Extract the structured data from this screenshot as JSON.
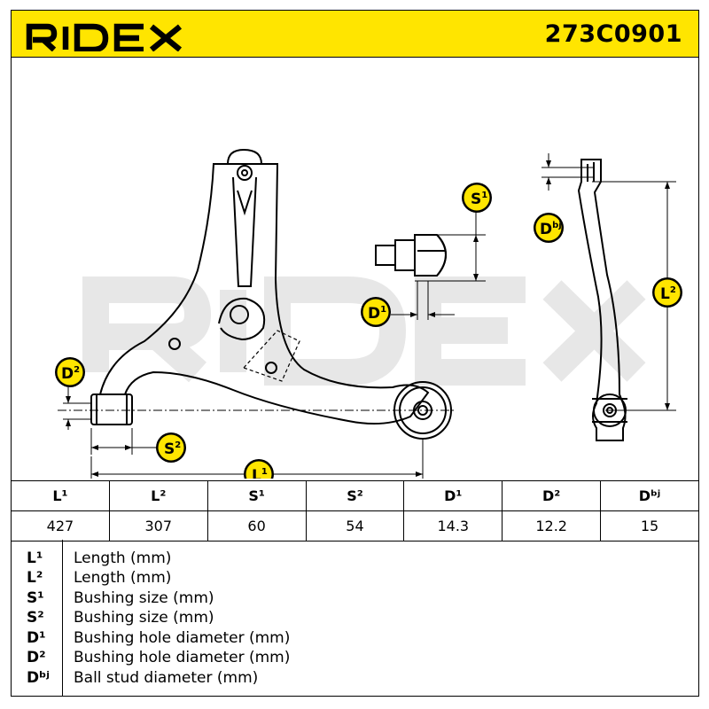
{
  "header": {
    "brand": "RIDEX",
    "part_number": "273C0901",
    "color_yellow": "#ffe500"
  },
  "drawing": {
    "watermark": "RIDEX",
    "labels": {
      "S1": {
        "main": "S",
        "sup": "1"
      },
      "S2": {
        "main": "S",
        "sup": "2"
      },
      "D1": {
        "main": "D",
        "sup": "1"
      },
      "D2": {
        "main": "D",
        "sup": "2"
      },
      "Dbj": {
        "main": "D",
        "sup": "bj"
      },
      "L1": {
        "main": "L",
        "sup": "1"
      },
      "L2": {
        "main": "L",
        "sup": "2"
      }
    }
  },
  "spec_table": {
    "headers": [
      "L¹",
      "L²",
      "S¹",
      "S²",
      "D¹",
      "D²",
      "Dᵇʲ"
    ],
    "values": [
      "427",
      "307",
      "60",
      "54",
      "14.3",
      "12.2",
      "15"
    ]
  },
  "legend": [
    {
      "code": "L¹",
      "description": "Length (mm)"
    },
    {
      "code": "L²",
      "description": "Length (mm)"
    },
    {
      "code": "S¹",
      "description": "Bushing size (mm)"
    },
    {
      "code": "S²",
      "description": "Bushing size (mm)"
    },
    {
      "code": "D¹",
      "description": "Bushing hole diameter (mm)"
    },
    {
      "code": "D²",
      "description": "Bushing hole diameter (mm)"
    },
    {
      "code": "Dᵇʲ",
      "description": "Ball stud diameter (mm)"
    }
  ]
}
